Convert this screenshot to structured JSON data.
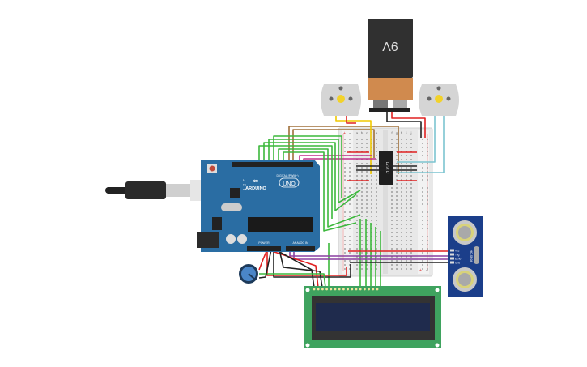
{
  "battery": {
    "label": "9V"
  },
  "arduino": {
    "brand": "ARDUINO",
    "model": "UNO",
    "digital_label": "DIGITAL (PWM~)",
    "power_label": "POWER",
    "analog_label": "ANALOG IN",
    "tx": "TX",
    "rx": "RX",
    "l": "L"
  },
  "driver": {
    "label": "L293D"
  },
  "sensor": {
    "label": "HC-SR04",
    "pins": [
      "Vcc",
      "Trig",
      "Echo",
      "Gnd"
    ]
  },
  "breadboard": {
    "cols_left": [
      "a",
      "b",
      "c",
      "d",
      "e"
    ],
    "cols_right": [
      "f",
      "g",
      "h",
      "i",
      "j"
    ],
    "plus": "+",
    "minus": "−"
  },
  "colors": {
    "arduino": "#2a6da3",
    "lcd_board": "#3fa35f",
    "lcd_screen": "#1f2b4d",
    "sensor": "#1b3e8a",
    "battery_top": "#303030",
    "battery_bottom": "#d08a4e",
    "wire_green": "#3cb83c",
    "wire_red": "#e02020",
    "wire_black": "#222222",
    "wire_brown": "#a0703a",
    "wire_purple": "#8a3fa0",
    "wire_yellow": "#f0c800",
    "wire_cyan": "#7cc4d0",
    "wire_magenta": "#c0308a"
  }
}
